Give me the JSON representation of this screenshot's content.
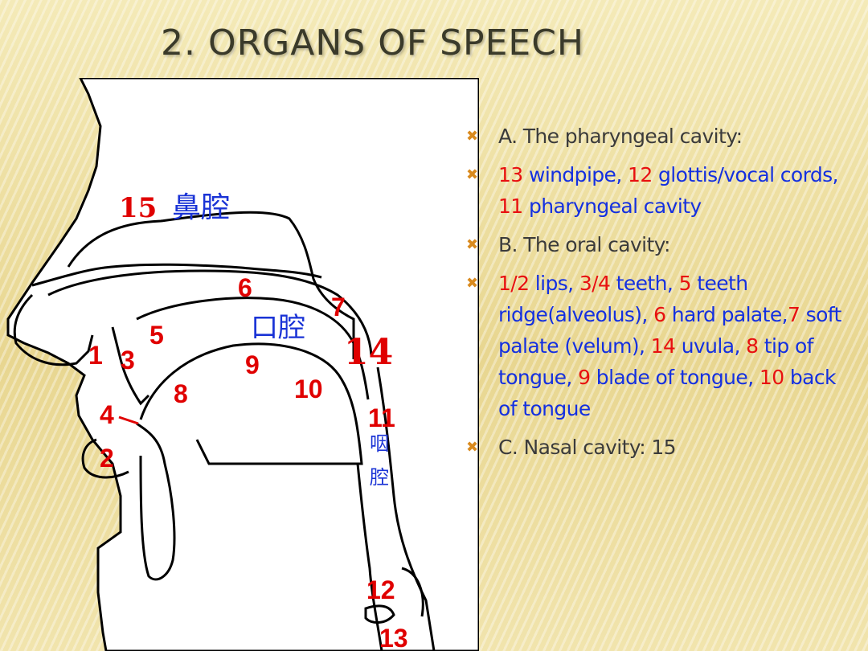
{
  "title": "2. ORGANS OF SPEECH",
  "diagram": {
    "labels": {
      "n15": "15",
      "n14": "14",
      "n1": "1",
      "n2": "2",
      "n3": "3",
      "n4": "4",
      "n5": "5",
      "n6": "6",
      "n7": "7",
      "n8": "8",
      "n9": "9",
      "n10": "10",
      "n11": "11",
      "n12": "12",
      "n13": "13"
    },
    "chinese": {
      "nasal": "鼻腔",
      "oral": "口腔",
      "pharynx_1": "咽",
      "pharynx_2": "腔"
    }
  },
  "bullets": {
    "a_heading": "A. The pharyngeal cavity:",
    "a_detail": {
      "n13": "13",
      "t13": " windpipe, ",
      "n12": "12",
      "t12": " glottis/vocal cords, ",
      "n11": "11",
      "t11": " pharyngeal cavity"
    },
    "b_heading": "B. The oral cavity:",
    "b_detail": {
      "n12": "1/2",
      "t12": " lips, ",
      "n34": "3/4",
      "t34": " teeth, ",
      "n5": "5",
      "t5": " teeth ridge(alveolus), ",
      "n6": "6",
      "t6": " hard palate,",
      "n7": "7",
      "t7": " soft palate (velum), ",
      "n14": "14",
      "t14": " uvula, ",
      "n8": "8",
      "t8": " tip of tongue, ",
      "n9": "9",
      "t9": " blade of tongue, ",
      "n10": "10",
      "t10": " back of tongue"
    },
    "c_heading": "C. Nasal cavity: 15",
    "marker_color": "#d98a1e"
  }
}
